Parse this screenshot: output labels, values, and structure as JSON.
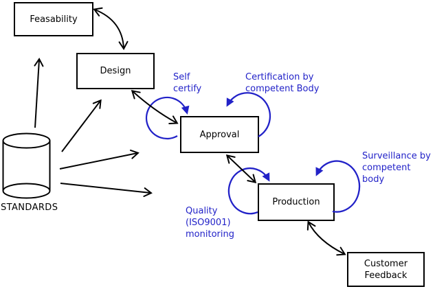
{
  "diagram": {
    "background_color": "#ffffff",
    "edge_color": "#000000",
    "accent_color": "#2222c8",
    "nodes": [
      {
        "id": "feasability",
        "type": "process-box",
        "label": "Feasability"
      },
      {
        "id": "design",
        "type": "process-box",
        "label": "Design"
      },
      {
        "id": "approval",
        "type": "process-box",
        "label": "Approval"
      },
      {
        "id": "production",
        "type": "process-box",
        "label": "Production"
      },
      {
        "id": "customer-feedback",
        "type": "process-box",
        "label": "Customer\nFeedback"
      },
      {
        "id": "standards",
        "type": "datastore-cylinder",
        "label": "STANDARDS"
      }
    ],
    "annotations": [
      {
        "id": "self-certify",
        "label": "Self\ncertify",
        "color": "#2222c8",
        "attached_to": "approval"
      },
      {
        "id": "certification",
        "label": "Certification by\ncompetent Body",
        "color": "#2222c8",
        "attached_to": "approval"
      },
      {
        "id": "quality-monitoring",
        "label": "Quality\n(ISO9001)\nmonitoring",
        "color": "#2222c8",
        "attached_to": "production"
      },
      {
        "id": "surveillance",
        "label": "Surveillance by\ncompetent body",
        "color": "#2222c8",
        "attached_to": "production"
      }
    ],
    "edges": [
      {
        "from": "standards",
        "to": "feasability",
        "direction": "one-way",
        "style": "straight",
        "color": "#000000"
      },
      {
        "from": "standards",
        "to": "design",
        "direction": "one-way",
        "style": "straight",
        "color": "#000000"
      },
      {
        "from": "standards",
        "to": "approval",
        "direction": "one-way",
        "style": "straight",
        "color": "#000000"
      },
      {
        "from": "standards",
        "to": "production",
        "direction": "one-way",
        "style": "straight",
        "color": "#000000"
      },
      {
        "from": "feasability",
        "to": "design",
        "direction": "two-way",
        "style": "curved",
        "color": "#000000"
      },
      {
        "from": "design",
        "to": "approval",
        "direction": "two-way",
        "style": "curved",
        "color": "#000000"
      },
      {
        "from": "approval",
        "to": "production",
        "direction": "two-way",
        "style": "straight",
        "color": "#000000"
      },
      {
        "from": "production",
        "to": "customer-feedback",
        "direction": "two-way",
        "style": "curved",
        "color": "#000000"
      },
      {
        "from": "approval",
        "to": "approval",
        "direction": "self-loop",
        "label_ref": "self-certify",
        "color": "#2222c8"
      },
      {
        "from": "approval",
        "to": "approval",
        "direction": "self-loop",
        "label_ref": "certification",
        "color": "#2222c8"
      },
      {
        "from": "production",
        "to": "production",
        "direction": "self-loop",
        "label_ref": "quality-monitoring",
        "color": "#2222c8"
      },
      {
        "from": "production",
        "to": "production",
        "direction": "self-loop",
        "label_ref": "surveillance",
        "color": "#2222c8"
      }
    ]
  }
}
